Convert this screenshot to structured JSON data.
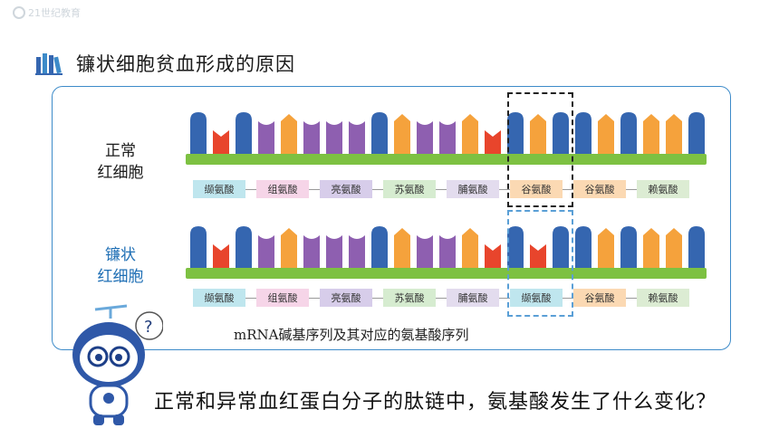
{
  "logo_text": "21世纪教育",
  "title": "镰状细胞贫血形成的原因",
  "rows": [
    {
      "label_lines": [
        "正常",
        "红细胞"
      ],
      "amino_acids": [
        "缬氨酸",
        "组氨酸",
        "亮氨酸",
        "苏氨酸",
        "脯氨酸",
        "谷氨酸",
        "谷氨酸",
        "赖氨酸"
      ]
    },
    {
      "label_lines": [
        "镰状",
        "红细胞"
      ],
      "amino_acids": [
        "缬氨酸",
        "组氨酸",
        "亮氨酸",
        "苏氨酸",
        "脯氨酸",
        "缬氨酸",
        "谷氨酸",
        "赖氨酸"
      ]
    }
  ],
  "caption": "mRNA碱基序列及其对应的氨基酸序列",
  "question": "正常和异常血红蛋白分子的肽链中，氨基酸发生了什么变化？",
  "mascot_bubble": "?",
  "colors": {
    "panel_border": "#3d8bc9",
    "strip_green": "#7dc142",
    "base_blue": "#3566b0",
    "base_red": "#e8452c",
    "base_orange": "#f5a23c",
    "base_purple": "#8e5fb0",
    "highlight_black": "#222222",
    "highlight_blue": "#5a9fd6",
    "aa_colors": [
      "#bfe6ee",
      "#f6d5e8",
      "#d7cdea",
      "#d6ecd0",
      "#e3dcee",
      "#fbd9b3",
      "#fbd9b3",
      "#dcecd3"
    ]
  },
  "base_sequence": [
    "blue",
    "red",
    "blue",
    "purple",
    "orange",
    "purple",
    "purple",
    "purple",
    "blue",
    "orange",
    "purple",
    "purple",
    "orange",
    "red",
    "blue",
    "orange",
    "blue",
    "blue",
    "orange",
    "blue",
    "orange",
    "orange",
    "blue"
  ],
  "sickle_base_sequence": [
    "blue",
    "red",
    "blue",
    "purple",
    "orange",
    "purple",
    "purple",
    "purple",
    "blue",
    "orange",
    "purple",
    "purple",
    "orange",
    "red",
    "blue",
    "red",
    "blue",
    "blue",
    "orange",
    "blue",
    "orange",
    "orange",
    "blue"
  ]
}
